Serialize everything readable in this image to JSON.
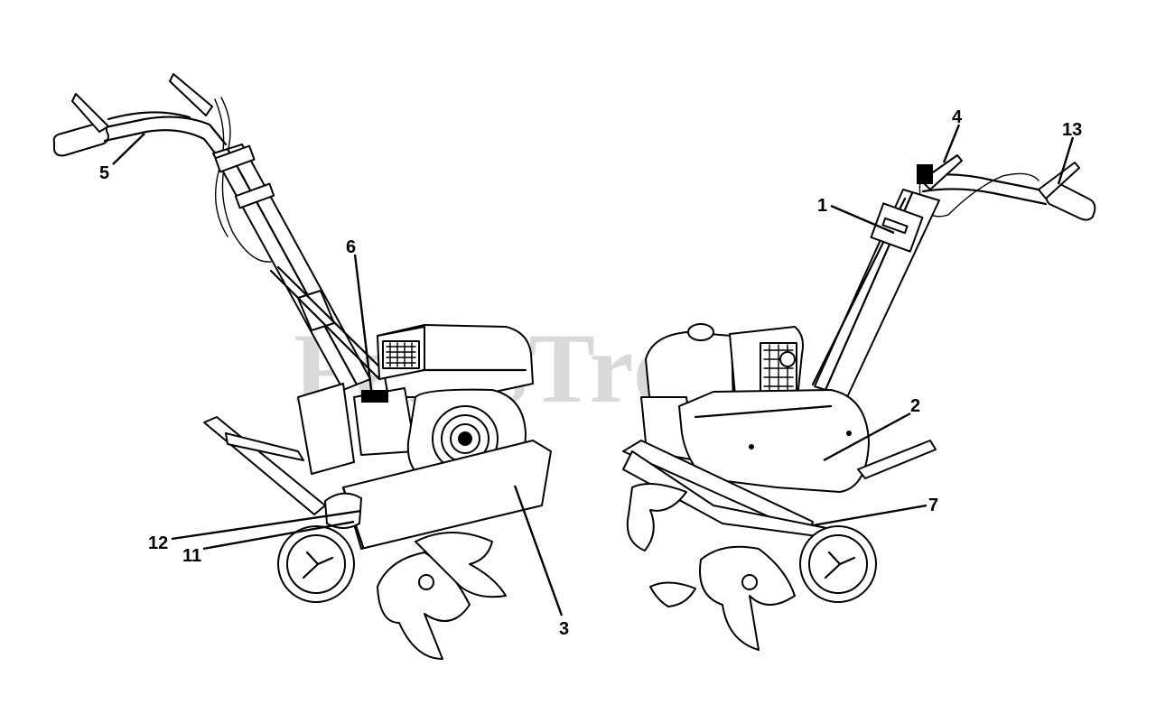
{
  "watermark": {
    "text": "PartsTree"
  },
  "callouts": [
    {
      "id": "1",
      "label": "1"
    },
    {
      "id": "2",
      "label": "2"
    },
    {
      "id": "3",
      "label": "3"
    },
    {
      "id": "4",
      "label": "4"
    },
    {
      "id": "5",
      "label": "5"
    },
    {
      "id": "6",
      "label": "6"
    },
    {
      "id": "7",
      "label": "7"
    },
    {
      "id": "11",
      "label": "11"
    },
    {
      "id": "12",
      "label": "12"
    },
    {
      "id": "13",
      "label": "13"
    }
  ],
  "colors": {
    "line": "#000000",
    "background": "#ffffff",
    "watermark": "#d9d9d9"
  }
}
